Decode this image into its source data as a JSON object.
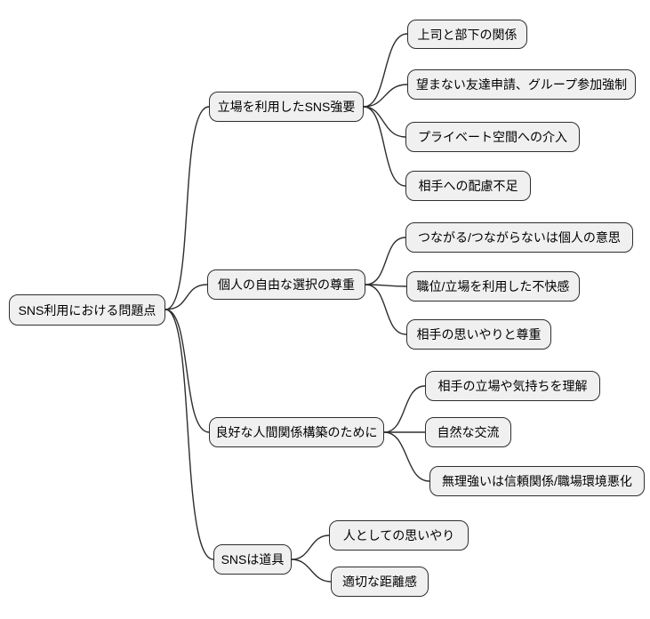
{
  "diagram": {
    "type": "mindmap",
    "background": "#ffffff",
    "colors": {
      "node_fill": "#f0f0f0",
      "node_border": "#2e2e2e",
      "edge": "#2e2e2e",
      "text": "#000000"
    },
    "root": {
      "label": "SNS利用における問題点"
    },
    "branches": [
      {
        "label": "立場を利用したSNS強要",
        "children": [
          {
            "label": "上司と部下の関係"
          },
          {
            "label": "望まない友達申請、グループ参加強制"
          },
          {
            "label": "プライベート空間への介入"
          },
          {
            "label": "相手への配慮不足"
          }
        ]
      },
      {
        "label": "個人の自由な選択の尊重",
        "children": [
          {
            "label": "つながる/つながらないは個人の意思"
          },
          {
            "label": "職位/立場を利用した不快感"
          },
          {
            "label": "相手の思いやりと尊重"
          }
        ]
      },
      {
        "label": "良好な人間関係構築のために",
        "children": [
          {
            "label": "相手の立場や気持ちを理解"
          },
          {
            "label": "自然な交流"
          },
          {
            "label": "無理強いは信頼関係/職場環境悪化"
          }
        ]
      },
      {
        "label": "SNSは道具",
        "children": [
          {
            "label": "人としての思いやり"
          },
          {
            "label": "適切な距離感"
          }
        ]
      }
    ]
  }
}
